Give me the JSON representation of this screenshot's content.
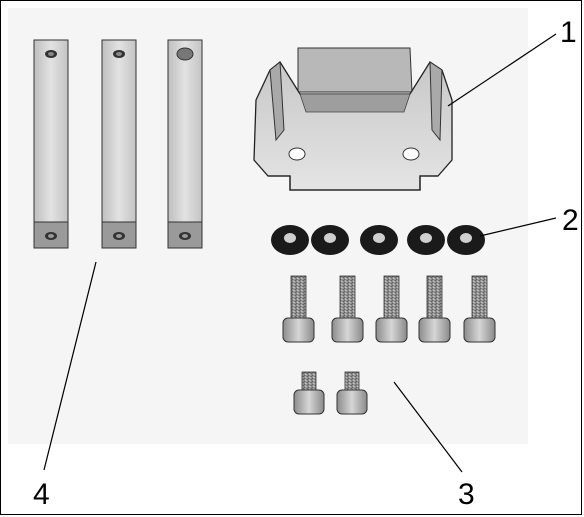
{
  "callouts": {
    "c1": "1",
    "c2": "2",
    "c3": "3",
    "c4": "4"
  },
  "parts": {
    "bracket": "bracket-icon",
    "spacer_bars": "standoff-bar-icon",
    "washers": "washer-icon",
    "screws": "socket-head-screw-icon"
  },
  "colors": {
    "metal_light": "#d9d9d9",
    "metal_mid": "#bdbdbd",
    "metal_dark": "#7a7a7a",
    "rubber": "#1a1a1a",
    "outline": "#222222"
  }
}
